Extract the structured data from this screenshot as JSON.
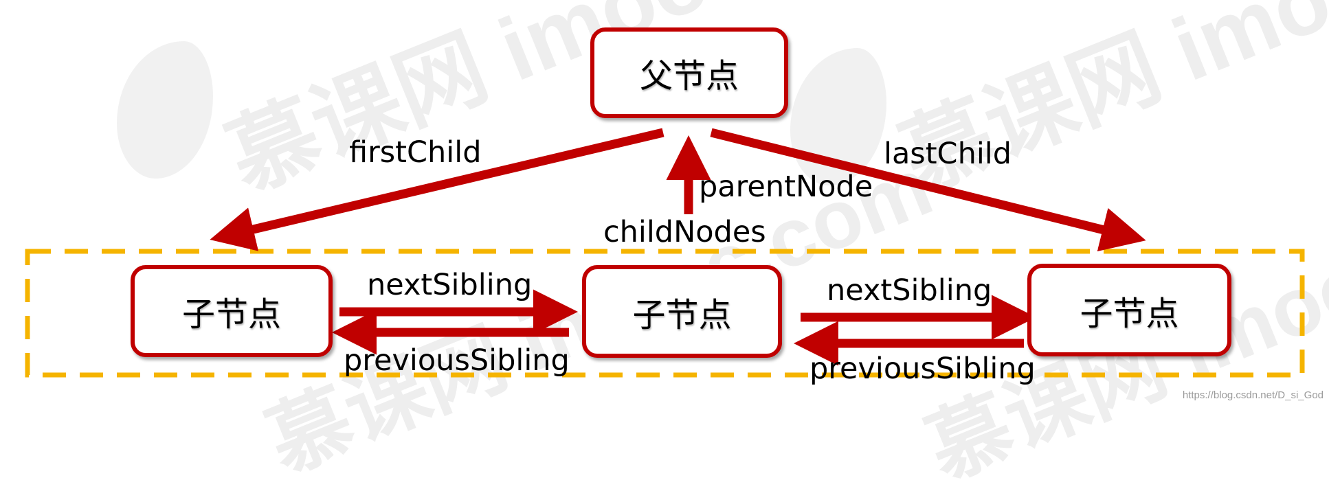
{
  "watermark": {
    "brand_cn": "慕课网",
    "brand_en": "imooc.com"
  },
  "nodes": {
    "parent": "父节点",
    "child_left": "子节点",
    "child_mid": "子节点",
    "child_right": "子节点"
  },
  "edges": {
    "first_child": "firstChild",
    "last_child": "lastChild",
    "parent_node": "parentNode",
    "child_nodes": "childNodes",
    "next_sibling_1": "nextSibling",
    "previous_sibling_1": "previousSibling",
    "next_sibling_2": "nextSibling",
    "previous_sibling_2": "previousSibling"
  },
  "credit": "https://blog.csdn.net/D_si_God",
  "colors": {
    "arrow": "#c00000",
    "node_border": "#c00000",
    "group_dash": "#f5b400"
  }
}
